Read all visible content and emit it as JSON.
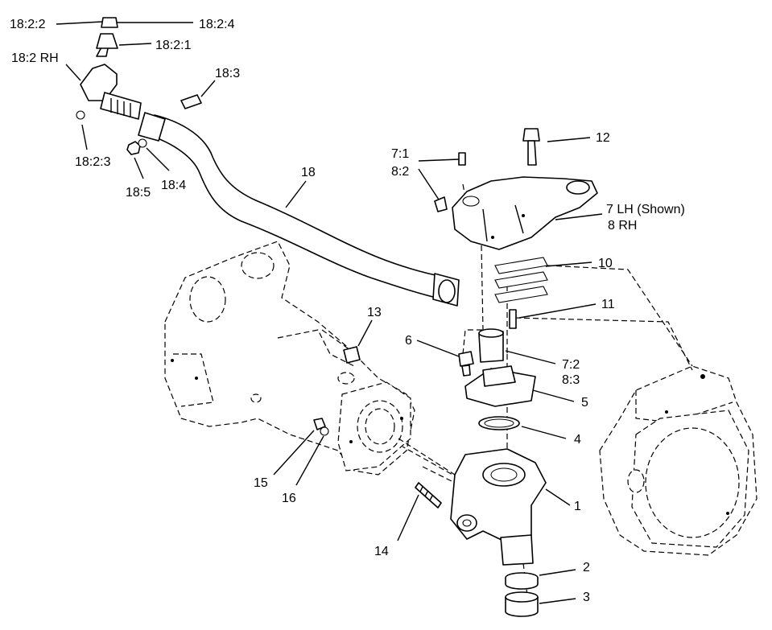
{
  "labels": {
    "l_18_2_2": "18:2:2",
    "l_18_2_4": "18:2:4",
    "l_18_2_1": "18:2:1",
    "l_18_2_rh": "18:2 RH",
    "l_18_3": "18:3",
    "l_18_2_3": "18:2:3",
    "l_18_5": "18:5",
    "l_18_4": "18:4",
    "l_18": "18",
    "l_7_1": "7:1",
    "l_8_2": "8:2",
    "l_12": "12",
    "l_7_lh": "7 LH (Shown)",
    "l_8_rh": "8 RH",
    "l_10": "10",
    "l_11": "11",
    "l_13": "13",
    "l_6": "6",
    "l_7_2": "7:2",
    "l_8_3": "8:3",
    "l_5": "5",
    "l_4": "4",
    "l_15": "15",
    "l_16": "16",
    "l_1": "1",
    "l_14": "14",
    "l_2": "2",
    "l_3": "3"
  }
}
